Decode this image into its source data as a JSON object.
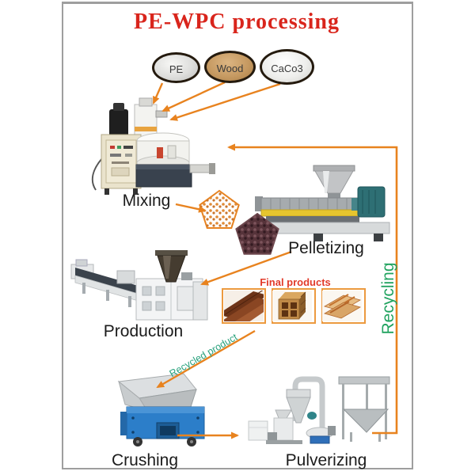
{
  "title": "PE-WPC processing",
  "materials": [
    {
      "label": "PE"
    },
    {
      "label": "Wood"
    },
    {
      "label": "CaCo3"
    }
  ],
  "stages": [
    {
      "label": "Mixing"
    },
    {
      "label": "Pelletizing"
    },
    {
      "label": "Production"
    },
    {
      "label": "Crushing"
    },
    {
      "label": "Pulverizing"
    }
  ],
  "annotations": {
    "final_products": "Final products",
    "recycled_product": "Recycled product",
    "recycling": "Recycling"
  },
  "colors": {
    "title_red": "#d9251c",
    "final_products_red": "#e23b2b",
    "arrow_orange": "#e8831f",
    "recycling_green": "#21a35f",
    "recycled_product_teal": "#28a17c",
    "frame_gray": "#9e9e9e",
    "stage_label_black": "#1b1b1b"
  }
}
